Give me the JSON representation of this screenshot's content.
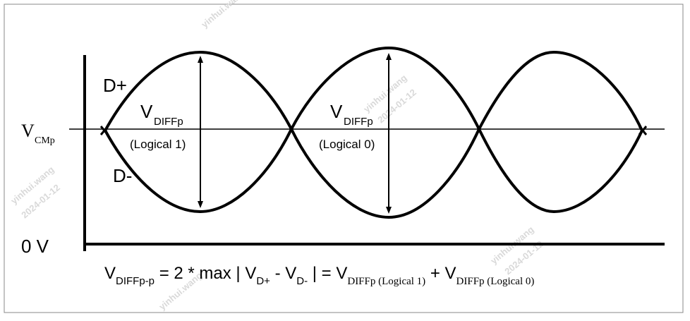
{
  "labels": {
    "d_plus": "D+",
    "d_minus": "D-",
    "vcm_main": "V",
    "vcm_sub": "CMp",
    "zero_v": "0 V",
    "vdiff_main": "V",
    "vdiff_sub": "DIFFp",
    "logical1": "(Logical 1)",
    "logical0": "(Logical 0)"
  },
  "formula": {
    "v1": "V",
    "sub1": "DIFFp-p",
    "eq": " = 2 * max | V",
    "sub2": "D+",
    "minus": " - V",
    "sub3": "D-",
    "eq2": " | = V",
    "sub4": "DIFFp (Logical 1)",
    "plus": " + V",
    "sub5": "DIFFp (Logical 0)"
  },
  "watermarks": [
    "yinhui.wang",
    "2024-01-12"
  ]
}
